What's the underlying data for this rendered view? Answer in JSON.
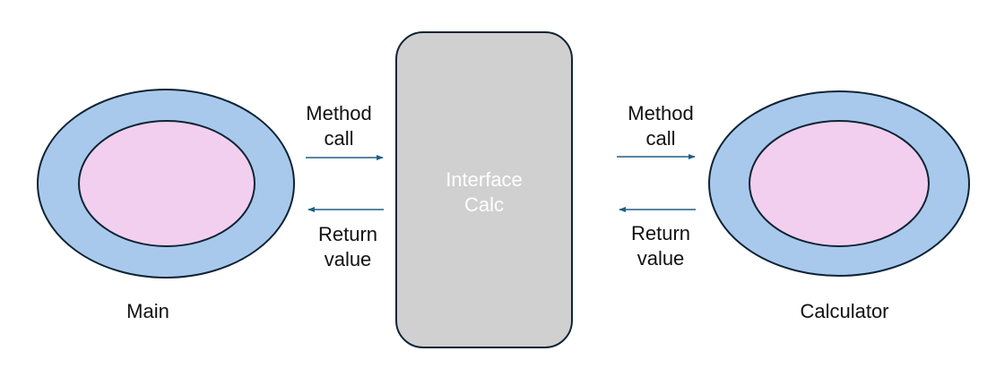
{
  "diagram": {
    "left_component": {
      "label": "Main"
    },
    "right_component": {
      "label": "Calculator"
    },
    "interface": {
      "line1": "Interface",
      "line2": "Calc"
    },
    "left_call": {
      "line1": "Method",
      "line2": "call"
    },
    "left_return": {
      "line1": "Return",
      "line2": "value"
    },
    "right_call": {
      "line1": "Method",
      "line2": "call"
    },
    "right_return": {
      "line1": "Return",
      "line2": "value"
    }
  },
  "colors": {
    "outer_ring": "#a9c9ec",
    "inner_core": "#f2cfee",
    "interface_box": "#d0d0d0",
    "outline": "#0e2435",
    "arrow": "#1f5f84"
  }
}
